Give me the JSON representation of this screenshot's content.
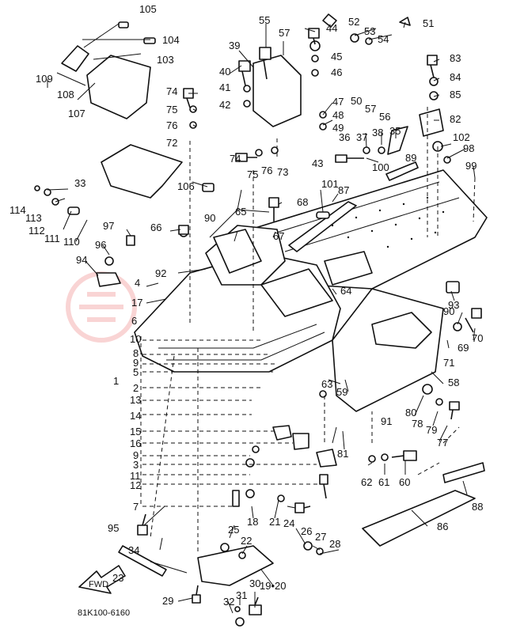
{
  "diagram": {
    "drawing_code": "81K100-6160",
    "direction_label": "FWD",
    "watermark_color": "#e23b3b",
    "line_color": "#111111",
    "callouts": [
      "105",
      "104",
      "103",
      "109",
      "108",
      "107",
      "55",
      "57",
      "44",
      "52",
      "53",
      "54",
      "51",
      "39",
      "40",
      "45",
      "46",
      "83",
      "84",
      "85",
      "74",
      "41",
      "42",
      "75",
      "76",
      "72",
      "47",
      "48",
      "49",
      "50",
      "57",
      "56",
      "82",
      "36",
      "37",
      "38",
      "35",
      "102",
      "98",
      "100",
      "89",
      "99",
      "74",
      "75",
      "76",
      "73",
      "43",
      "33",
      "106",
      "114",
      "113",
      "112",
      "111",
      "110",
      "97",
      "96",
      "94",
      "4",
      "17",
      "6",
      "66",
      "90",
      "65",
      "68",
      "101",
      "87",
      "67",
      "92",
      "64",
      "93",
      "90",
      "70",
      "69",
      "71",
      "58",
      "10",
      "8",
      "9",
      "5",
      "2",
      "1",
      "13",
      "14",
      "15",
      "16",
      "9",
      "3",
      "11",
      "12",
      "7",
      "63",
      "59",
      "91",
      "80",
      "78",
      "79",
      "77",
      "81",
      "62",
      "61",
      "60",
      "88",
      "86",
      "95",
      "34",
      "18",
      "21",
      "24",
      "25",
      "22",
      "26",
      "27",
      "28",
      "23",
      "19•20",
      "29",
      "30",
      "31",
      "32"
    ]
  }
}
